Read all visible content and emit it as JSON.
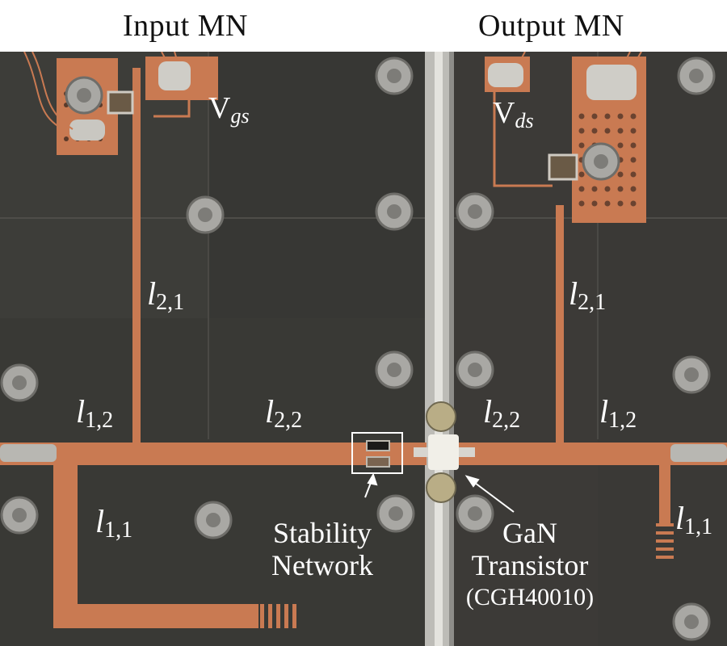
{
  "headers": {
    "input": "Input   MN",
    "output": "Output   MN"
  },
  "labels": {
    "vgs_base": "V",
    "vgs_sub": "gs",
    "vds_base": "V",
    "vds_sub": "ds",
    "l21_left_base": "l",
    "l21_left_sub": "2,1",
    "l21_right_base": "l",
    "l21_right_sub": "2,1",
    "l12_left_base": "l",
    "l12_left_sub": "1,2",
    "l22_left_base": "l",
    "l22_left_sub": "2,2",
    "l22_right_base": "l",
    "l22_right_sub": "2,2",
    "l12_right_base": "l",
    "l12_right_sub": "1,2",
    "l11_left_base": "l",
    "l11_left_sub": "1,1",
    "l11_right_base": "l",
    "l11_right_sub": "1,1"
  },
  "captions": {
    "stability_line1": "Stability",
    "stability_line2": "Network",
    "gan_line1": "GaN",
    "gan_line2": "Transistor",
    "gan_line3": "(CGH40010)"
  },
  "colors": {
    "board": "#3b3a37",
    "board_dark": "#2c2b29",
    "copper": "#c97a52",
    "screw": "#a9a8a4",
    "rail": "#d6d5d0"
  }
}
